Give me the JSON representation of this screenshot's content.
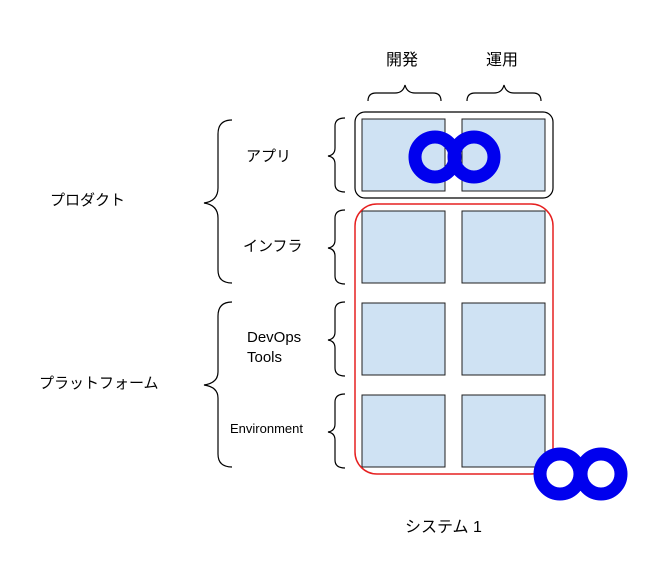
{
  "columns": {
    "dev": "開発",
    "ops": "運用"
  },
  "rows": {
    "app": "アプリ",
    "infra": "インフラ",
    "devops_line1": "DevOps",
    "devops_line2": "Tools",
    "environment": "Environment"
  },
  "groups": {
    "product": "プロダクト",
    "platform": "プラットフォーム"
  },
  "caption": "システム 1",
  "colors": {
    "cell_fill": "#cfe2f3",
    "cell_stroke": "#1f1f1f",
    "red_outline": "#e62020",
    "ring": "#0000ee"
  }
}
